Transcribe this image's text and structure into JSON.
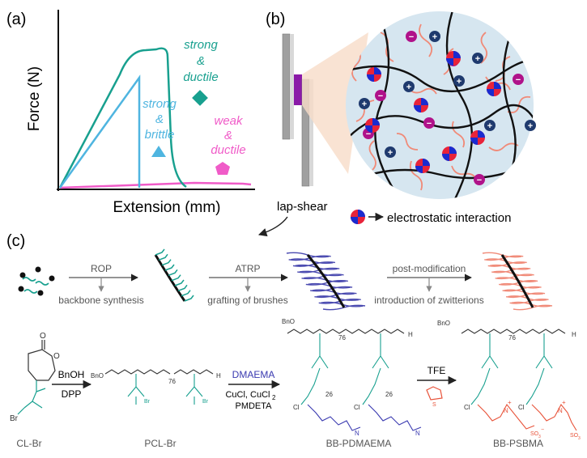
{
  "panel_a": {
    "label": "(a)",
    "y_axis": "Force (N)",
    "x_axis": "Extension (mm)",
    "strong_ductile": [
      "strong",
      "&",
      "ductile"
    ],
    "strong_brittle": [
      "strong",
      "&",
      "brittle"
    ],
    "weak_ductile": [
      "weak",
      "&",
      "ductile"
    ],
    "colors": {
      "strong_ductile": "#18a08f",
      "strong_brittle": "#4fb5e0",
      "weak_ductile": "#f05bc8"
    }
  },
  "panel_b": {
    "label": "(b)",
    "lap_shear": "lap-shear",
    "legend": "electrostatic interaction",
    "plus": "+",
    "minus": "−"
  },
  "panel_c": {
    "label": "(c)",
    "steps": [
      {
        "name": "ROP",
        "sub": "backbone synthesis"
      },
      {
        "name": "ATRP",
        "sub": "grafting of brushes"
      },
      {
        "name": "post-modification",
        "sub": "introduction of zwitterions"
      }
    ],
    "reaction": {
      "step1_top": "BnOH",
      "step1_bottom": "DPP",
      "step2_top": "DMAEMA",
      "step2_mid": "CuCl, CuCl",
      "step2_sub": "2",
      "step2_bottom": "PMDETA",
      "step3_top": "TFE"
    },
    "compounds": [
      "CL-Br",
      "PCL-Br",
      "BB-PDMAEMA",
      "BB-PSBMA"
    ],
    "chem": {
      "O": "O",
      "Br": "Br",
      "BnO": "BnO",
      "H": "H",
      "n76": "76",
      "n26": "26",
      "Cl": "Cl",
      "N": "N",
      "S": "S",
      "SO3": "SO",
      "sub3": "3",
      "plus": "+",
      "minus": "−"
    }
  }
}
